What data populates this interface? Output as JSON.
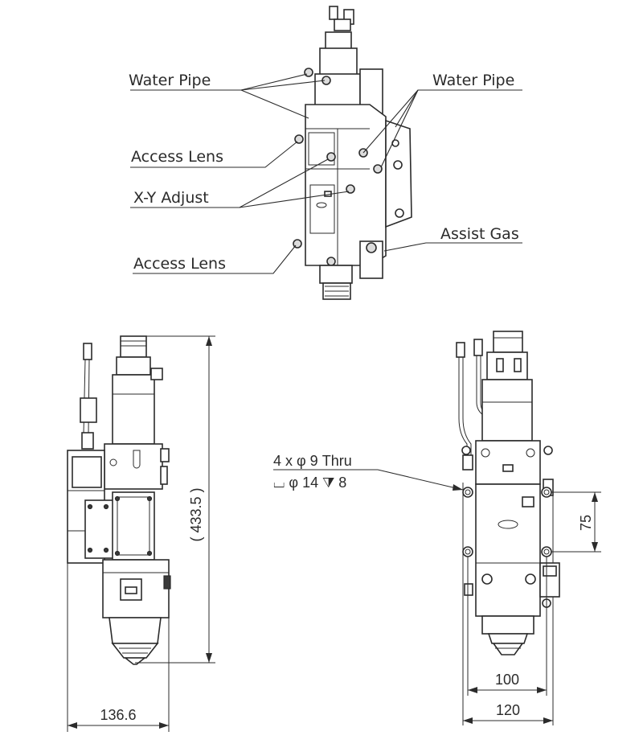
{
  "labels": {
    "water_pipe_left": "Water Pipe",
    "water_pipe_right": "Water Pipe",
    "access_lens_top": "Access Lens",
    "xy_adjust": "X-Y Adjust",
    "assist_gas": "Assist Gas",
    "access_lens_bottom": "Access Lens"
  },
  "dimensions": {
    "height": "( 433.5 )",
    "side_width": "136.6",
    "hole_spacing": "75",
    "hole_pitch": "100",
    "front_width": "120",
    "hole_note_line1": "4 x φ  9 Thru",
    "hole_note_line2": "⌴ φ 14 ⧩ 8"
  }
}
